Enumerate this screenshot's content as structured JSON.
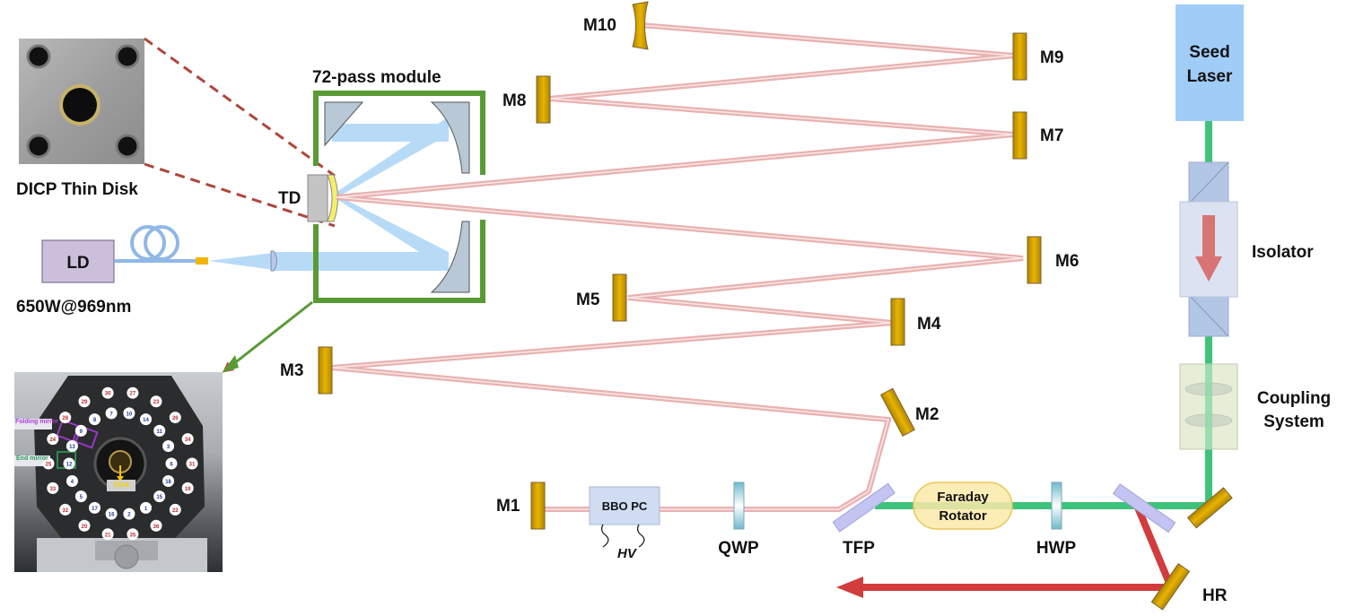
{
  "title": "Thin-disk regenerative amplifier optical layout",
  "colors": {
    "pump_blue": "#9fd0f5",
    "cavity_beam": "#e8a8a8",
    "seed_green": "#3ec37a",
    "output_red": "#d23c3c",
    "mirror_gold": "#d4a300",
    "module_green": "#5a9a35",
    "dashed_red": "#b0453b"
  },
  "thin_disk_photo": {
    "caption": "DICP Thin Disk"
  },
  "module": {
    "title": "72-pass module",
    "td_label": "TD"
  },
  "pump": {
    "ld_label": "LD",
    "power_label": "650W@969nm"
  },
  "photo_module": {
    "folding_label": "Folding mirror",
    "end_label": "End mirror",
    "disk_label": "Disk",
    "red_numbers": [
      "30",
      "27",
      "23",
      "26",
      "34",
      "31",
      "19",
      "22",
      "36",
      "35",
      "21",
      "20",
      "32",
      "33",
      "25",
      "24",
      "28",
      "29"
    ],
    "blue_numbers": [
      "7",
      "10",
      "14",
      "11",
      "3",
      "6",
      "18",
      "15",
      "1",
      "2",
      "16",
      "17",
      "5",
      "4",
      "12",
      "13",
      "9",
      "8"
    ]
  },
  "mirrors": {
    "m1": "M1",
    "m2": "M2",
    "m3": "M3",
    "m4": "M4",
    "m5": "M5",
    "m6": "M6",
    "m7": "M7",
    "m8": "M8",
    "m9": "M9",
    "m10": "M10",
    "hr": "HR"
  },
  "components": {
    "bbo_pc": "BBO PC",
    "hv": "HV",
    "qwp": "QWP",
    "tfp": "TFP",
    "faraday_line1": "Faraday",
    "faraday_line2": "Rotator",
    "hwp": "HWP",
    "seed_line1": "Seed",
    "seed_line2": "Laser",
    "isolator": "Isolator",
    "coupling_line1": "Coupling",
    "coupling_line2": "System"
  }
}
